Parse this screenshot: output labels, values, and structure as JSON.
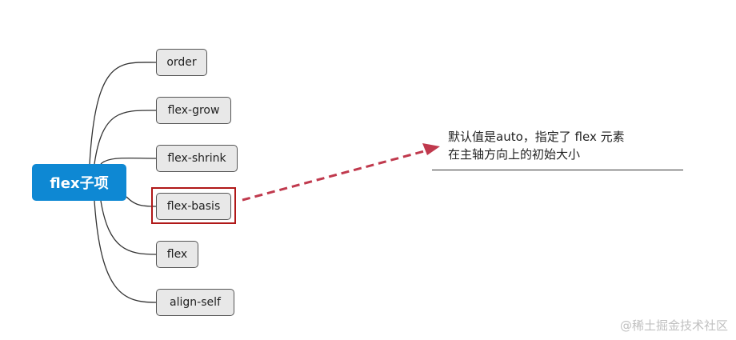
{
  "root": {
    "label": "flex子项"
  },
  "children": [
    {
      "label": "order"
    },
    {
      "label": "flex-grow"
    },
    {
      "label": "flex-shrink"
    },
    {
      "label": "flex-basis",
      "highlighted": true
    },
    {
      "label": "flex"
    },
    {
      "label": "align-self"
    }
  ],
  "note": {
    "line1": "默认值是auto，指定了 flex 元素",
    "line2": "在主轴方向上的初始大小"
  },
  "watermark": "@稀土掘金技术社区",
  "colors": {
    "root_bg": "#0e88d3",
    "node_bg": "#e8e8e8",
    "highlight": "#b01818",
    "arrow": "#c0394d"
  }
}
